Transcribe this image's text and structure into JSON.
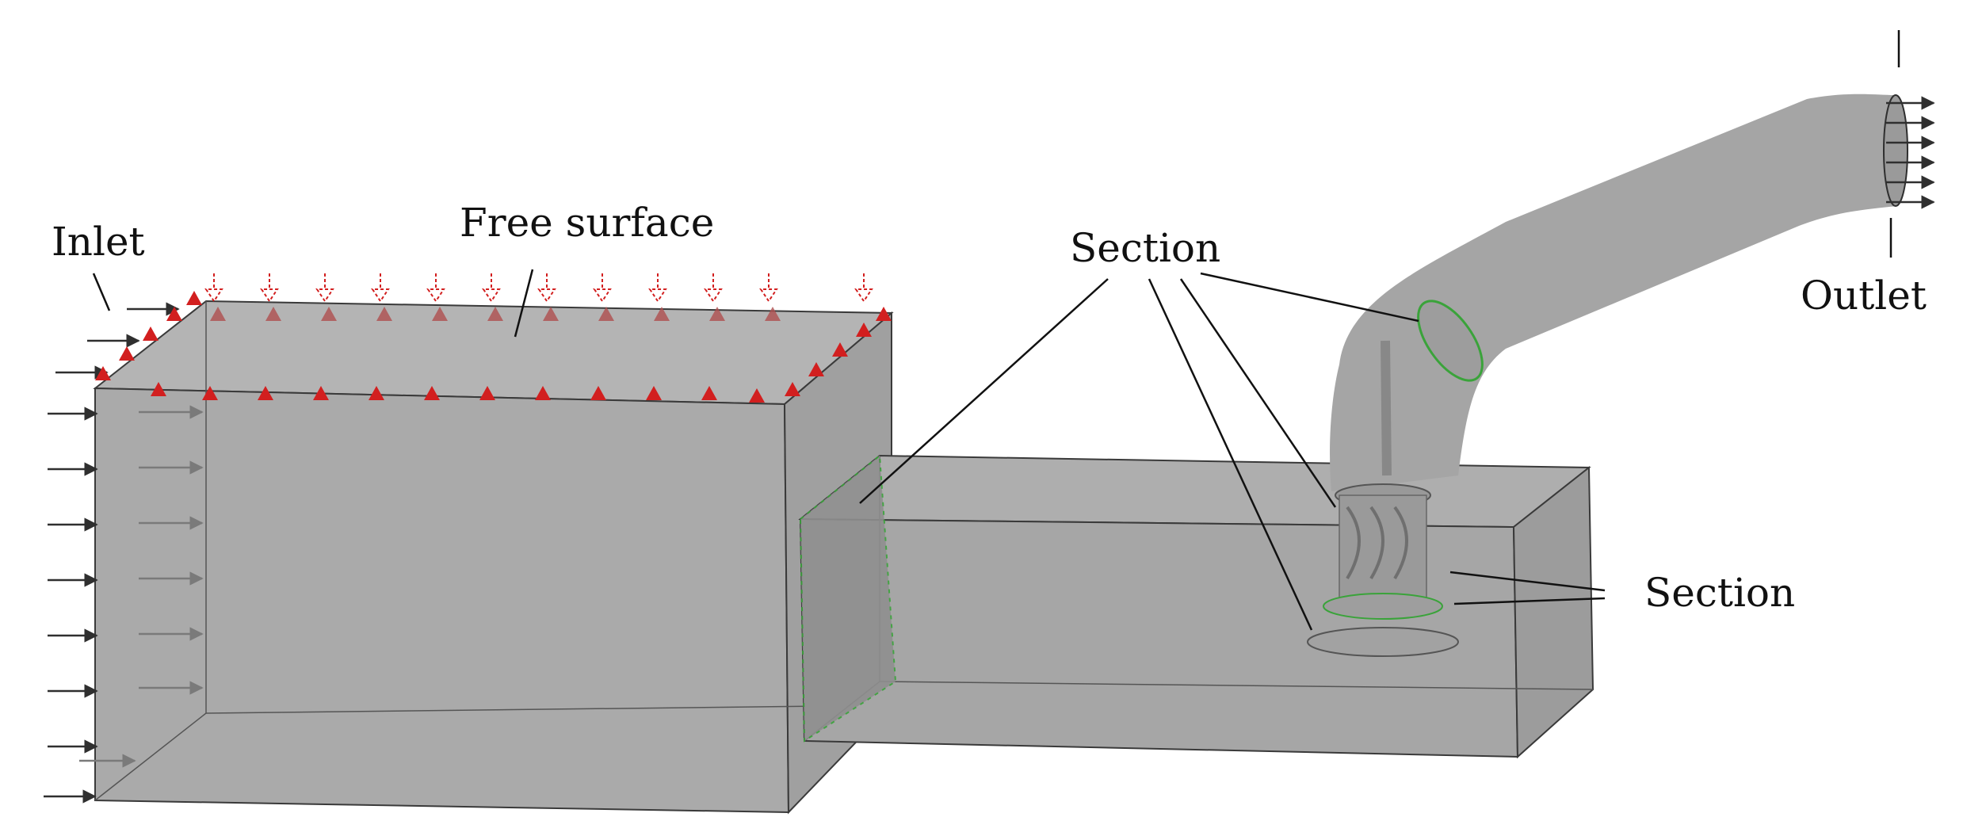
{
  "labels": {
    "inlet": "Inlet",
    "free_surface": "Free surface",
    "section_top": "Section",
    "section_right": "Section",
    "outlet": "Outlet"
  },
  "colors": {
    "body_fill": "#a9a9a9",
    "body_fill_dark": "#9a9a9a",
    "edge": "#3a3a3a",
    "flow_arrow": "#2f2f2f",
    "free_surface_marker": "#d21f1f",
    "section_edge": "#3aa33a",
    "leader": "#111111"
  }
}
